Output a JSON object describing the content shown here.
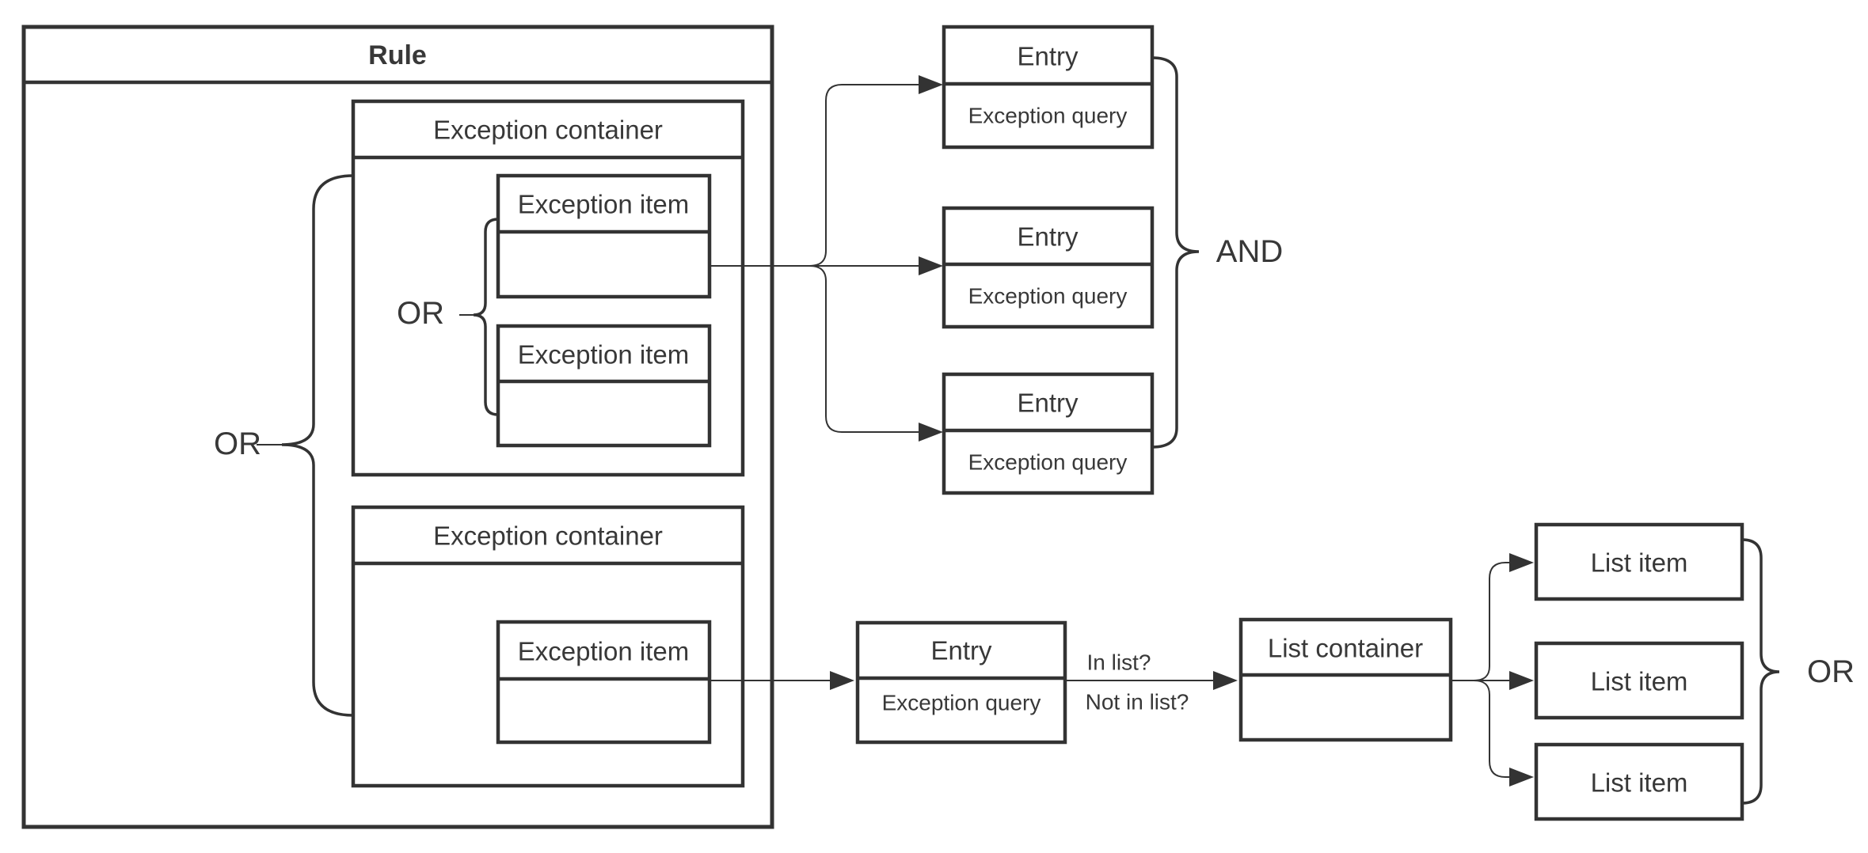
{
  "canvas": {
    "background_color": "#ffffff",
    "line_color": "#333333",
    "text_color": "#383838"
  },
  "rule": {
    "title": "Rule"
  },
  "exception_containers": [
    {
      "title": "Exception container",
      "items": [
        {
          "title": "Exception item"
        },
        {
          "title": "Exception item"
        }
      ]
    },
    {
      "title": "Exception container",
      "items": [
        {
          "title": "Exception item"
        }
      ]
    }
  ],
  "entries": [
    {
      "title": "Entry",
      "query_label": "Exception query"
    },
    {
      "title": "Entry",
      "query_label": "Exception query"
    },
    {
      "title": "Entry",
      "query_label": "Exception query"
    },
    {
      "title": "Entry",
      "query_label": "Exception query"
    }
  ],
  "list_container": {
    "title": "List container"
  },
  "list_items": [
    {
      "title": "List item"
    },
    {
      "title": "List item"
    },
    {
      "title": "List item"
    }
  ],
  "operators": {
    "inner_or": "OR",
    "outer_or": "OR",
    "and": "AND",
    "list_or": "OR"
  },
  "edge_labels": {
    "in_list": "In list?",
    "not_in_list": "Not in list?"
  }
}
